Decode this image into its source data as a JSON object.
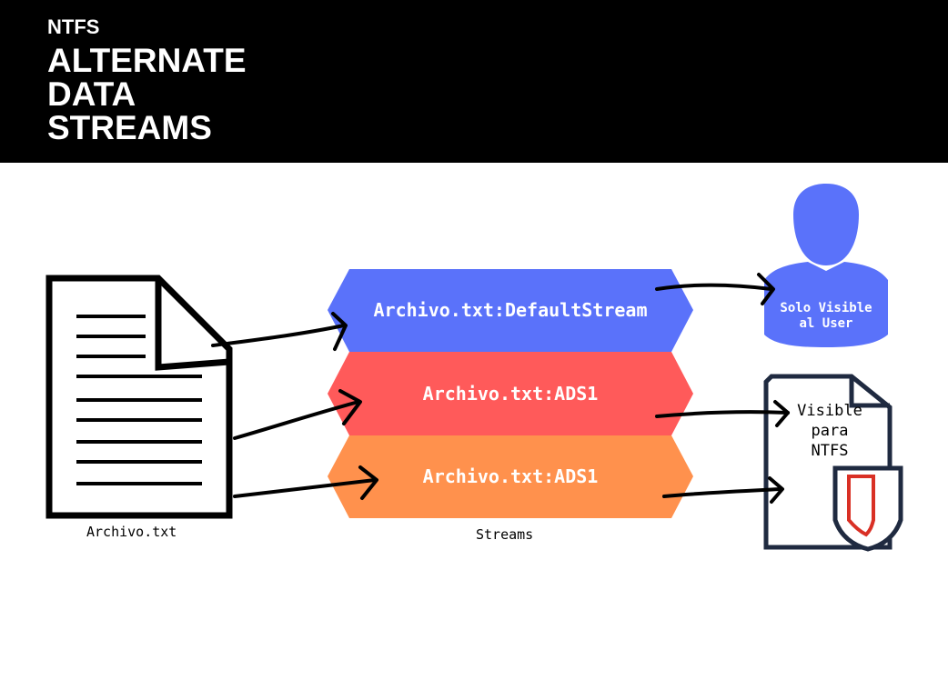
{
  "header": {
    "subtitle": "NTFS",
    "title_lines": [
      "ALTERNATE",
      "DATA",
      "STREAMS"
    ]
  },
  "file": {
    "caption": "Archivo.txt",
    "icon": "document-icon"
  },
  "streams": {
    "caption": "Streams",
    "items": [
      {
        "label": "Archivo.txt:DefaultStream",
        "color": "#5a72fa"
      },
      {
        "label": "Archivo.txt:ADS1",
        "color": "#ff5a5a"
      },
      {
        "label": "Archivo.txt:ADS1",
        "color": "#ff914d"
      }
    ]
  },
  "targets": {
    "user": {
      "icon": "user-icon",
      "color": "#5a72fa",
      "label_lines": [
        "Solo Visible",
        "al User"
      ]
    },
    "ntfs": {
      "icon": "shield-document-icon",
      "border_color": "#1f2a40",
      "shield_color": "#d93025",
      "label_lines": [
        "Visible",
        "para",
        "NTFS"
      ]
    }
  }
}
